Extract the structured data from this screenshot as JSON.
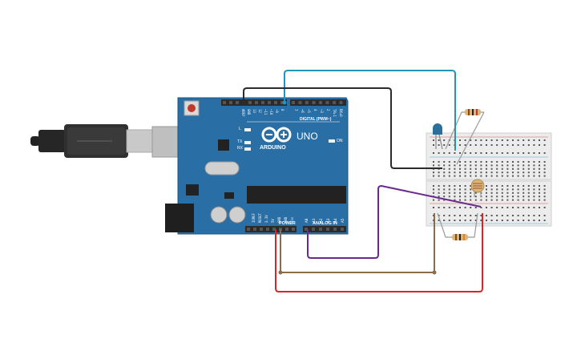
{
  "board": {
    "logo": "ARDUINO",
    "model": "UNO",
    "digital_label": "DIGITAL (PWM~)",
    "power_label": "POWER",
    "analog_label": "ANALOG IN",
    "on_label": "ON",
    "l_label": "L",
    "tx_label": "TX",
    "rx_label": "RX",
    "top_pins": [
      "AREF",
      "GND",
      "13",
      "12",
      "~11",
      "~10",
      "~9",
      "8",
      "7",
      "~6",
      "~5",
      "4",
      "~3",
      "2",
      "TX▸1",
      "RX◂0"
    ],
    "power_pins": [
      "IOREF",
      "RESET",
      "3.3V",
      "5V",
      "GND",
      "GND",
      "Vin"
    ],
    "analog_pins": [
      "A0",
      "A1",
      "A2",
      "A3",
      "A4",
      "A5"
    ]
  },
  "colors": {
    "board": "#2a6ea6",
    "board_edge": "#1c5684",
    "wire_blue": "#1f95c2",
    "wire_black": "#2b2b2b",
    "wire_purple": "#6a2a8c",
    "wire_brown": "#8a6d4b",
    "wire_red": "#d7262b",
    "breadboard": "#ececec",
    "led": "#2b6f9b",
    "header": "#2b2b2b"
  }
}
